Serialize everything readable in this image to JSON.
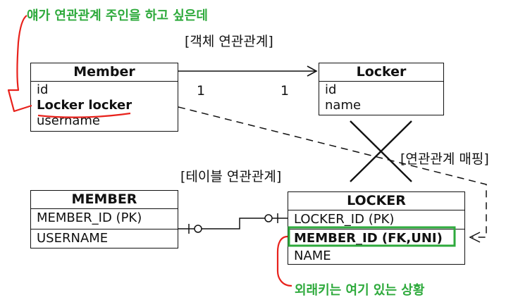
{
  "notes": {
    "top": "얘가 연관관계 주인을 하고 싶은데",
    "bottom": "외래키는 여기 있는 상황"
  },
  "labels": {
    "object_relation": "[객체 연관관계]",
    "table_relation": "[테이블 연관관계]",
    "mapping": "[연관관계 매핑]",
    "mult_left": "1",
    "mult_right": "1"
  },
  "entities": {
    "member": {
      "title": "Member",
      "fields": [
        "id",
        "Locker locker",
        "username"
      ]
    },
    "locker": {
      "title": "Locker",
      "fields": [
        "id",
        "name"
      ]
    }
  },
  "tables": {
    "member": {
      "title": "MEMBER",
      "fields": [
        "MEMBER_ID (PK)",
        "USERNAME"
      ]
    },
    "locker": {
      "title": "LOCKER",
      "fields": [
        "LOCKER_ID (PK)",
        "MEMBER_ID (FK,UNI)",
        "NAME"
      ]
    }
  },
  "colors": {
    "highlight": "#2eaa3c",
    "annotation": "#e8221c",
    "line": "#111111"
  }
}
